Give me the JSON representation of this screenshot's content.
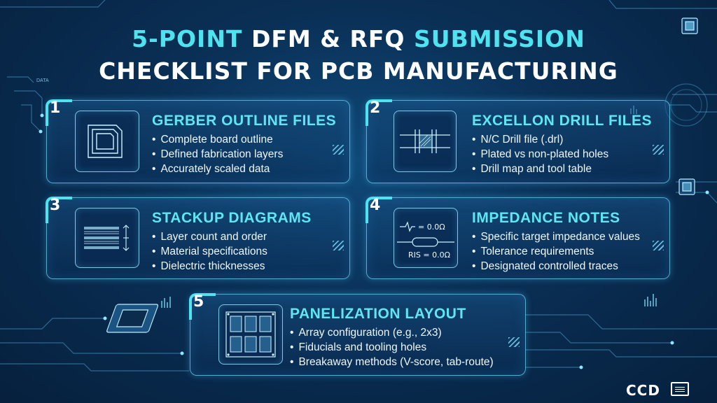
{
  "title": {
    "line1_part1": "5-POINT",
    "line1_part2": "DFM & RFQ",
    "line1_part3": "SUBMISSION",
    "line2": "CHECKLIST FOR PCB MANUFACTURING"
  },
  "decor": {
    "data_label": "DATA"
  },
  "cards": [
    {
      "number": "1",
      "heading": "GERBER OUTLINE FILES",
      "items": [
        "Complete board outline",
        "Defined fabrication layers",
        "Accurately scaled data"
      ]
    },
    {
      "number": "2",
      "heading": "EXCELLON DRILL FILES",
      "items": [
        "N/C Drill file (.drl)",
        "Plated vs non-plated holes",
        "Drill map and tool table"
      ]
    },
    {
      "number": "3",
      "heading": "STACKUP DIAGRAMS",
      "items": [
        "Layer count and order",
        "Material specifications",
        "Dielectric thicknesses"
      ]
    },
    {
      "number": "4",
      "heading": "IMPEDANCE NOTES",
      "items": [
        "Specific target impedance values",
        "Tolerance requirements",
        "Designated controlled traces"
      ],
      "icon_text": {
        "top": "= 0.0Ω",
        "bottom": "RIS = 0.0Ω"
      }
    },
    {
      "number": "5",
      "heading": "PANELIZATION LAYOUT",
      "items": [
        "Array configuration (e.g., 2x3)",
        "Fiducials and tooling holes",
        "Breakaway methods (V-score, tab-route)"
      ]
    }
  ],
  "logo": {
    "text": "CCD"
  },
  "colors": {
    "accent": "#4fe3f0",
    "background": "#0a2f55",
    "text": "#e8f4ff"
  }
}
